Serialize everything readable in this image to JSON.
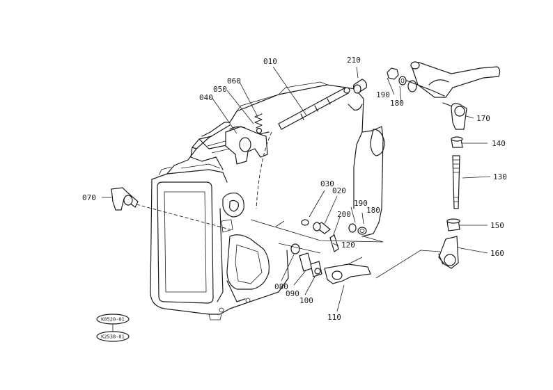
{
  "labels": [
    {
      "id": "p010",
      "text": "010"
    },
    {
      "id": "p020",
      "text": "020"
    },
    {
      "id": "p030",
      "text": "030"
    },
    {
      "id": "p040",
      "text": "040"
    },
    {
      "id": "p050",
      "text": "050"
    },
    {
      "id": "p060",
      "text": "060"
    },
    {
      "id": "p070",
      "text": "070"
    },
    {
      "id": "p080",
      "text": "080"
    },
    {
      "id": "p090",
      "text": "090"
    },
    {
      "id": "p100",
      "text": "100"
    },
    {
      "id": "p110",
      "text": "110"
    },
    {
      "id": "p120",
      "text": "120"
    },
    {
      "id": "p130",
      "text": "130"
    },
    {
      "id": "p140",
      "text": "140"
    },
    {
      "id": "p150",
      "text": "150"
    },
    {
      "id": "p160",
      "text": "160"
    },
    {
      "id": "p170",
      "text": "170"
    },
    {
      "id": "p180a",
      "text": "180"
    },
    {
      "id": "p180b",
      "text": "180"
    },
    {
      "id": "p190a",
      "text": "190"
    },
    {
      "id": "p190b",
      "text": "190"
    },
    {
      "id": "p200",
      "text": "200"
    },
    {
      "id": "p210",
      "text": "210"
    }
  ],
  "badges": {
    "top": "K0520-01",
    "bottom": "K2538-01"
  }
}
